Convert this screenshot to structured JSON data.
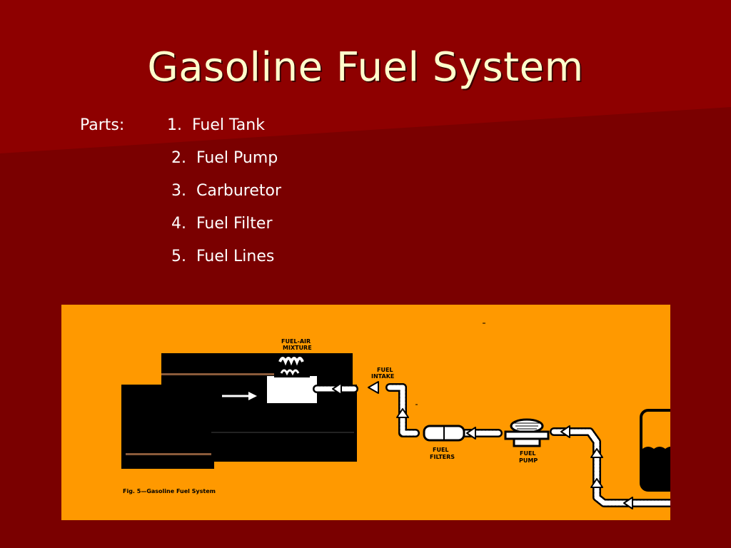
{
  "slide": {
    "title": "Gasoline Fuel System",
    "parts_label": "Parts:",
    "parts": [
      "1.  Fuel Tank",
      "2.  Fuel Pump",
      "3.  Carburetor",
      "4.  Fuel Filter",
      "5.  Fuel Lines"
    ]
  },
  "figure": {
    "labels": {
      "fuel_air_1": "FUEL-AIR",
      "fuel_air_2": "MIXTURE",
      "intake_1": "FUEL",
      "intake_2": "INTAKE",
      "filters_1": "FUEL",
      "filters_2": "FILTERS",
      "pump_1": "FUEL",
      "pump_2": "PUMP"
    },
    "caption": "Fig. 5—Gasoline Fuel System"
  },
  "colors": {
    "background": "#7a0000",
    "title": "#ffffcc",
    "figure_background": "#ff9900"
  }
}
